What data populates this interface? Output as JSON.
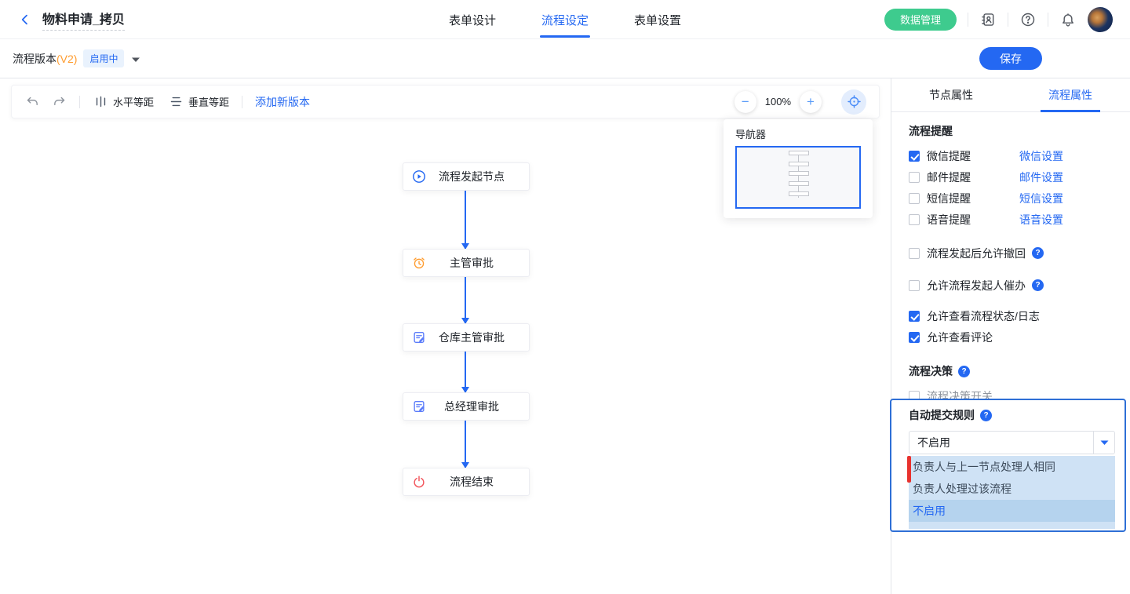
{
  "header": {
    "title": "物料申请_拷贝",
    "tabs": [
      {
        "label": "表单设计",
        "active": false
      },
      {
        "label": "流程设定",
        "active": true
      },
      {
        "label": "表单设置",
        "active": false
      }
    ],
    "data_manage_button": "数据管理"
  },
  "version_bar": {
    "label": "流程版本",
    "version": "(V2)",
    "status": "启用中",
    "save_button": "保存"
  },
  "toolbar": {
    "horizontal_equal": "水平等距",
    "vertical_equal": "垂直等距",
    "add_version": "添加新版本",
    "zoom_level": "100%"
  },
  "navigator": {
    "title": "导航器"
  },
  "flow": {
    "nodes": [
      {
        "label": "流程发起节点",
        "icon": "play-circle"
      },
      {
        "label": "主管审批",
        "icon": "alarm-clock"
      },
      {
        "label": "仓库主管审批",
        "icon": "document-edit"
      },
      {
        "label": "总经理审批",
        "icon": "document-edit"
      },
      {
        "label": "流程结束",
        "icon": "power"
      }
    ]
  },
  "panel": {
    "tabs": [
      {
        "label": "节点属性",
        "active": false
      },
      {
        "label": "流程属性",
        "active": true
      }
    ],
    "reminder": {
      "title": "流程提醒",
      "items": [
        {
          "label": "微信提醒",
          "checked": true,
          "link": "微信设置"
        },
        {
          "label": "邮件提醒",
          "checked": false,
          "link": "邮件设置"
        },
        {
          "label": "短信提醒",
          "checked": false,
          "link": "短信设置"
        },
        {
          "label": "语音提醒",
          "checked": false,
          "link": "语音设置"
        }
      ]
    },
    "toggles": [
      {
        "label": "流程发起后允许撤回",
        "checked": false,
        "help": true
      },
      {
        "label": "允许流程发起人催办",
        "checked": false,
        "help": true
      },
      {
        "label": "允许查看流程状态/日志",
        "checked": true,
        "help": false
      },
      {
        "label": "允许查看评论",
        "checked": true,
        "help": false
      }
    ],
    "decision": {
      "title": "流程决策",
      "switch_label": "流程决策开关"
    },
    "auto_submit": {
      "title": "自动提交规则",
      "selected_value": "不启用",
      "options": [
        {
          "label": "负责人与上一节点处理人相同",
          "selected": false
        },
        {
          "label": "负责人处理过该流程",
          "selected": false
        },
        {
          "label": "不启用",
          "selected": true
        }
      ]
    }
  },
  "colors": {
    "primary_blue": "#2468f2",
    "green_button": "#3ecb8e",
    "version_orange": "#ff9c2e",
    "red_marker": "#e8322e",
    "dropdown_bg": "#cfe2f5",
    "dropdown_selected_bg": "#b5d3ee"
  }
}
